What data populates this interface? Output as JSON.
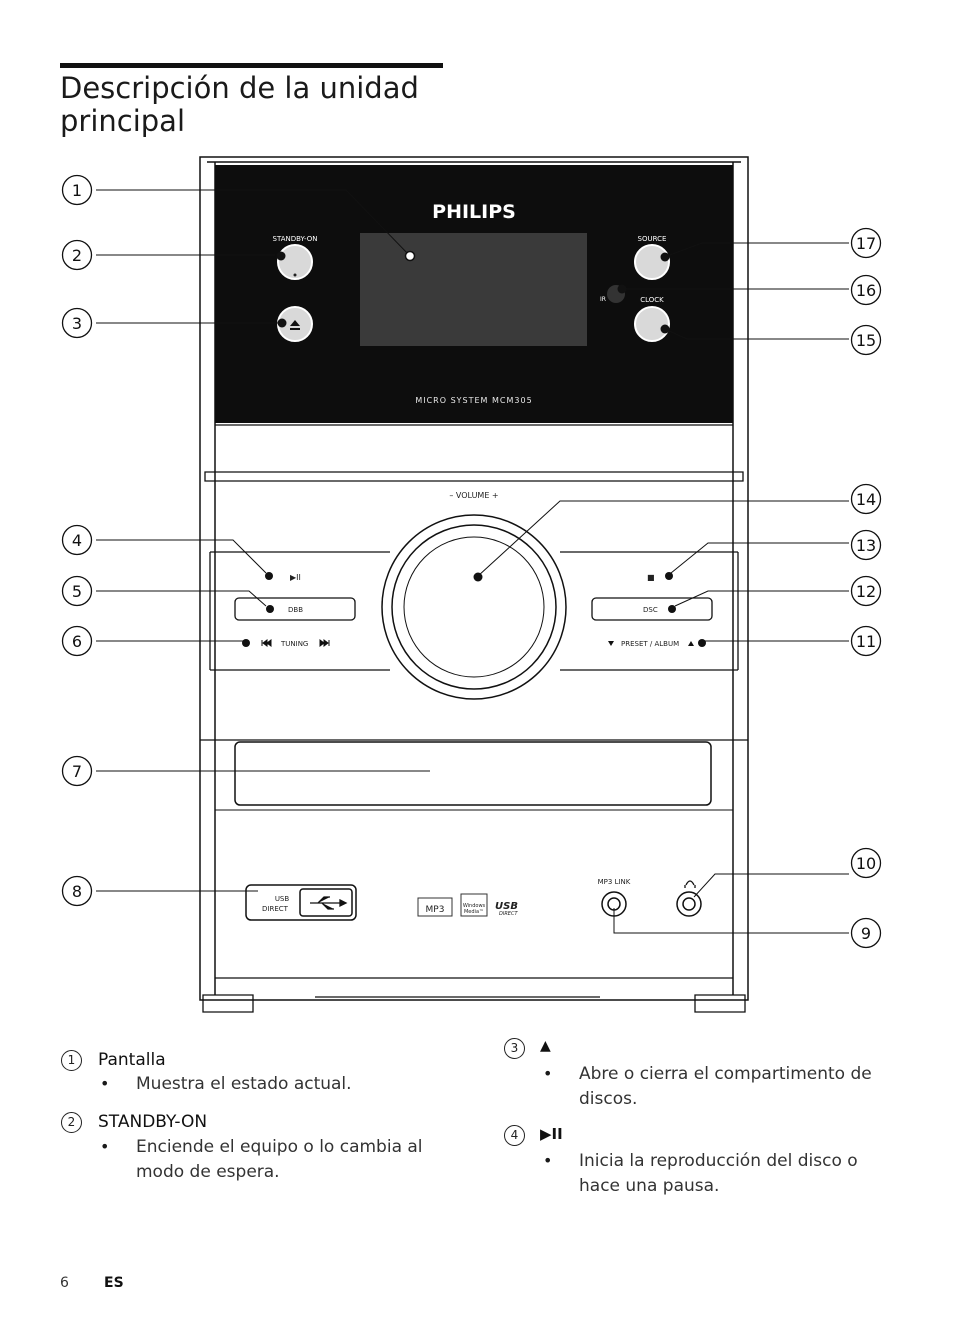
{
  "heading": {
    "line1": "Descripción de la unidad",
    "line2": "principal"
  },
  "device": {
    "brand": "PHILIPS",
    "model": "MICRO SYSTEM MCM305",
    "labels": {
      "standby_on": "STANDBY-ON",
      "source": "SOURCE",
      "clock": "CLOCK",
      "ir": "IR",
      "volume": "–  VOLUME  +",
      "play_pause": "▶II",
      "dbb": "DBB",
      "tuning": "TUNING",
      "stop": "■",
      "dsc": "DSC",
      "preset_album": "PRESET / ALBUM",
      "usb_line1": "USB",
      "usb_line2": "DIRECT",
      "mp3_link": "MP3 LINK",
      "logo_mp3": "MP3",
      "logo_wma_line1": "Windows",
      "logo_wma_line2": "Media™",
      "logo_usb": "USB",
      "logo_usb_direct": "DIRECT"
    }
  },
  "callouts": [
    "1",
    "2",
    "3",
    "4",
    "5",
    "6",
    "7",
    "8",
    "9",
    "10",
    "11",
    "12",
    "13",
    "14",
    "15",
    "16",
    "17"
  ],
  "descriptions": [
    {
      "num": "1",
      "title": "Pantalla",
      "bullet": "Muestra el estado actual."
    },
    {
      "num": "2",
      "title": "STANDBY-ON",
      "bullet_line1": "Enciende el equipo o lo cambia al",
      "bullet_line2": "modo de espera."
    },
    {
      "num": "3",
      "title": "▲",
      "bullet_line1": "Abre o cierra el compartimento de",
      "bullet_line2": "discos."
    },
    {
      "num": "4",
      "title": "▶II",
      "bullet_line1": "Inicia la reproducción del disco o",
      "bullet_line2": "hace una pausa."
    }
  ],
  "bullet_char": "•",
  "footer": {
    "page": "6",
    "lang": "ES"
  }
}
